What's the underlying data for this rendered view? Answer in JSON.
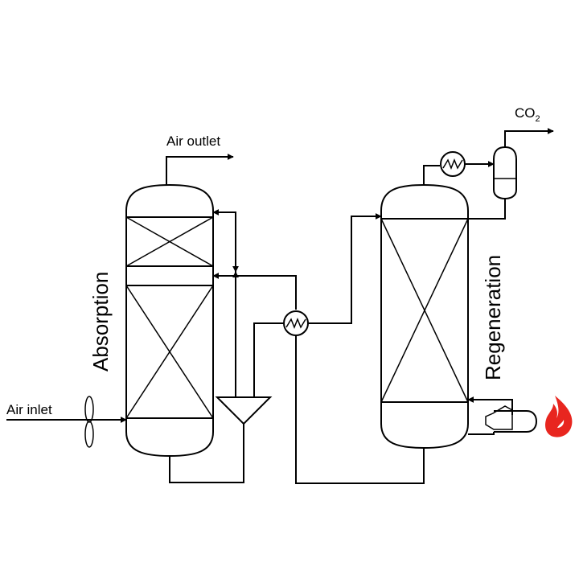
{
  "labels": {
    "air_outlet": "Air outlet",
    "air_inlet": "Air inlet",
    "co2_main": "CO",
    "co2_sub": "2",
    "absorption": "Absorption",
    "regeneration": "Regeneration"
  },
  "colors": {
    "line": "#000000",
    "flame_outer": "#e8261f",
    "flame_inner": "#ffffff"
  },
  "icons": [
    "fan-icon",
    "heat-exchanger-icon",
    "pump-icon",
    "flash-drum-icon",
    "reboiler-icon",
    "flame-icon"
  ]
}
